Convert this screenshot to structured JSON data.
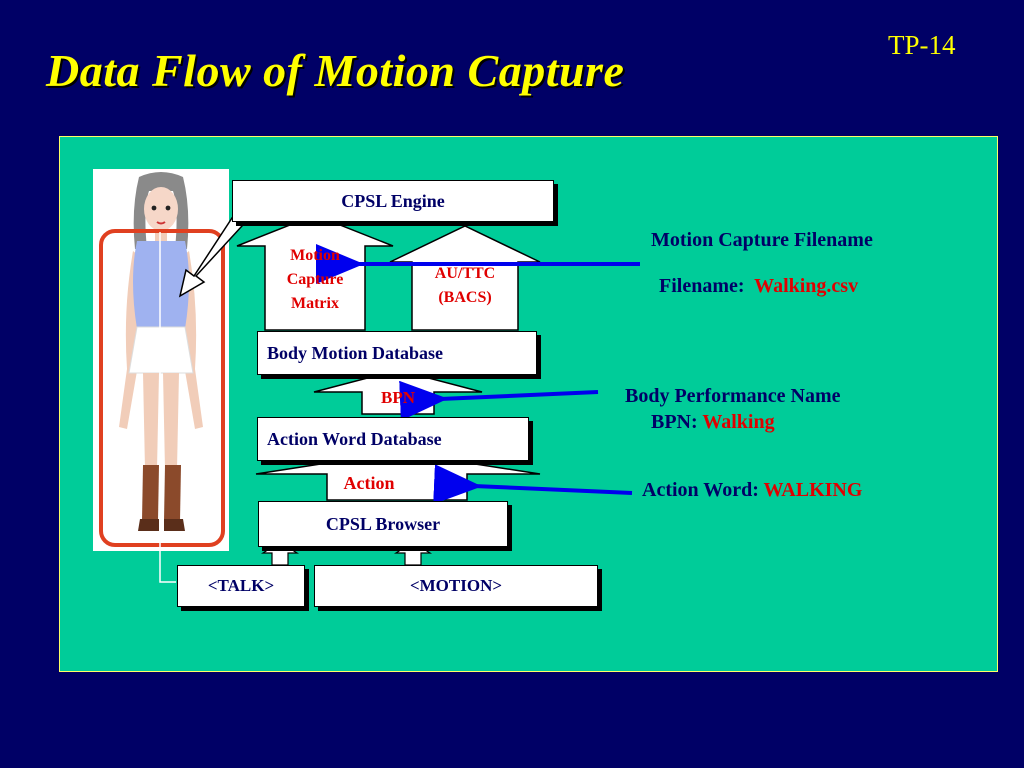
{
  "slide": {
    "title": "Data Flow of  Motion Capture",
    "number": "TP-14"
  },
  "diagram": {
    "cpsl_engine": "CPSL Engine",
    "motion_capture_matrix": [
      "Motion",
      "Capture",
      "Matrix"
    ],
    "au_ttc": [
      "AU/TTC",
      "(BACS)"
    ],
    "body_motion_database": "Body Motion Database",
    "bpn": "BPN",
    "action_word_database": "Action Word Database",
    "action": "Action",
    "cpsl_browser": "CPSL Browser",
    "talk": "<TALK>",
    "motion": "<MOTION>"
  },
  "annotations": {
    "motion_capture_filename": "Motion Capture Filename",
    "filename_label": "Filename:",
    "filename_value": "Walking.csv",
    "body_performance_name": "Body Performance Name",
    "bpn_label": "BPN:",
    "bpn_value": "Walking",
    "action_word_label": "Action Word:",
    "action_word_value": "WALKING"
  },
  "colors": {
    "background": "#000066",
    "panel": "#00cc99",
    "title": "#ffff00",
    "highlight_red": "#e00000",
    "arrow_blue": "#0000ee"
  }
}
